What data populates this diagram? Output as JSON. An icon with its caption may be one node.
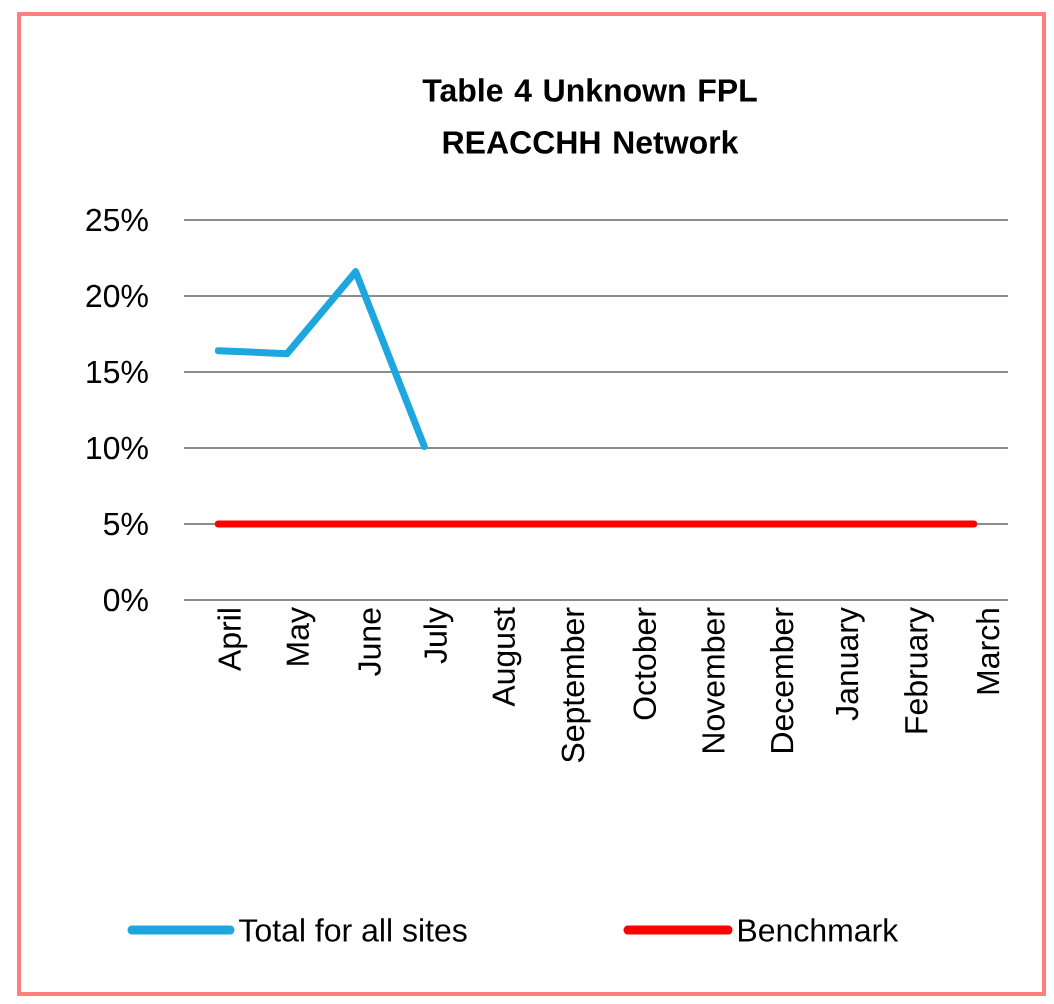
{
  "diagram": {
    "chart_data": {
      "type": "line",
      "title": "Table 4 Unknown FPL REACCHH Network",
      "categories": [
        "April",
        "May",
        "June",
        "July",
        "August",
        "September",
        "October",
        "November",
        "December",
        "January",
        "February",
        "March"
      ],
      "series": [
        {
          "name": "Total for all sites",
          "color": "#1ea7df",
          "values": [
            16.4,
            16.2,
            21.6,
            10.1,
            null,
            null,
            null,
            null,
            null,
            null,
            null,
            null
          ]
        },
        {
          "name": "Benchmark",
          "color": "#ff0000",
          "values": [
            5,
            5,
            5,
            5,
            5,
            5,
            5,
            5,
            5,
            5,
            5,
            5
          ]
        }
      ],
      "ylim": [
        0,
        25
      ],
      "grid": "major",
      "legend": "bottom",
      "yticks": [
        {
          "value": 0,
          "label": "0%"
        },
        {
          "value": 5,
          "label": "5%"
        },
        {
          "value": 10,
          "label": "10%"
        },
        {
          "value": 15,
          "label": "15%"
        },
        {
          "value": 20,
          "label": "20%"
        },
        {
          "value": 25,
          "label": "25%"
        }
      ]
    }
  }
}
